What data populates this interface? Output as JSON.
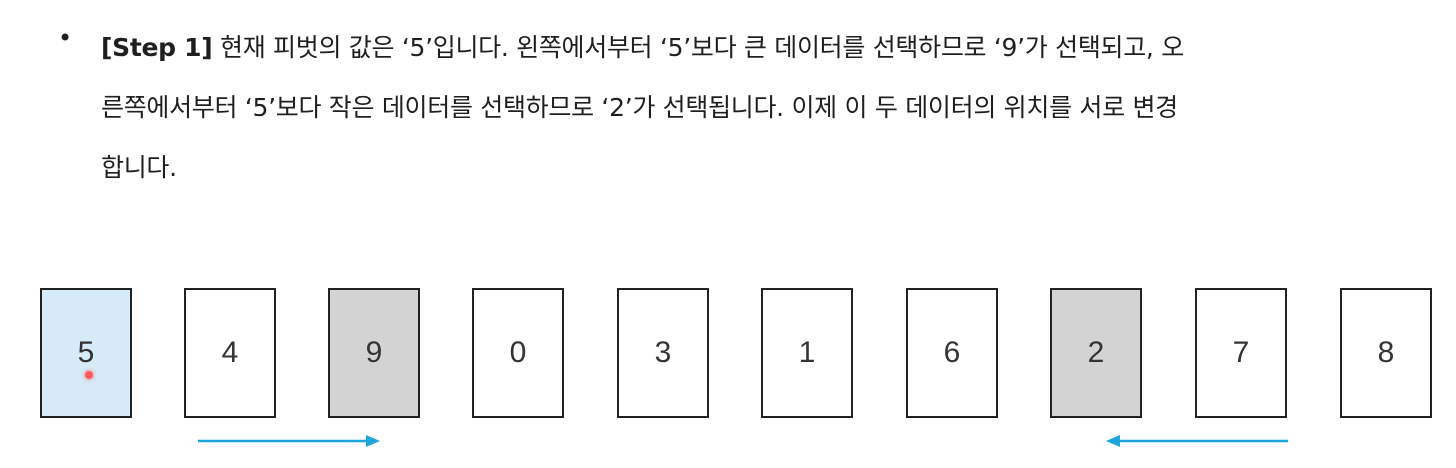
{
  "bullet": "•",
  "paragraph": {
    "step_label": "[Step 1]",
    "line1_rest": " 현재 피벗의 값은 ‘5’입니다. 왼쪽에서부터 ‘5’보다 큰 데이터를 선택하므로 ‘9’가 선택되고, 오",
    "line2": "른쪽에서부터 ‘5’보다 작은 데이터를 선택하므로 ‘2’가 선택됩니다. 이제 이 두 데이터의 위치를 서로 변경",
    "line3": "합니다."
  },
  "cards": [
    {
      "value": "5",
      "state": "pivot"
    },
    {
      "value": "4",
      "state": "normal"
    },
    {
      "value": "9",
      "state": "selected"
    },
    {
      "value": "0",
      "state": "normal"
    },
    {
      "value": "3",
      "state": "normal"
    },
    {
      "value": "1",
      "state": "normal"
    },
    {
      "value": "6",
      "state": "normal"
    },
    {
      "value": "2",
      "state": "selected"
    },
    {
      "value": "7",
      "state": "normal"
    },
    {
      "value": "8",
      "state": "normal"
    }
  ],
  "arrows": {
    "left_scan": {
      "direction": "right",
      "color": "#1ea5dc"
    },
    "right_scan": {
      "direction": "left",
      "color": "#1ea5dc"
    }
  },
  "colors": {
    "pivot_fill": "#d6eaf8",
    "selected_fill": "#d3d3d3",
    "arrow": "#1ea5dc"
  }
}
